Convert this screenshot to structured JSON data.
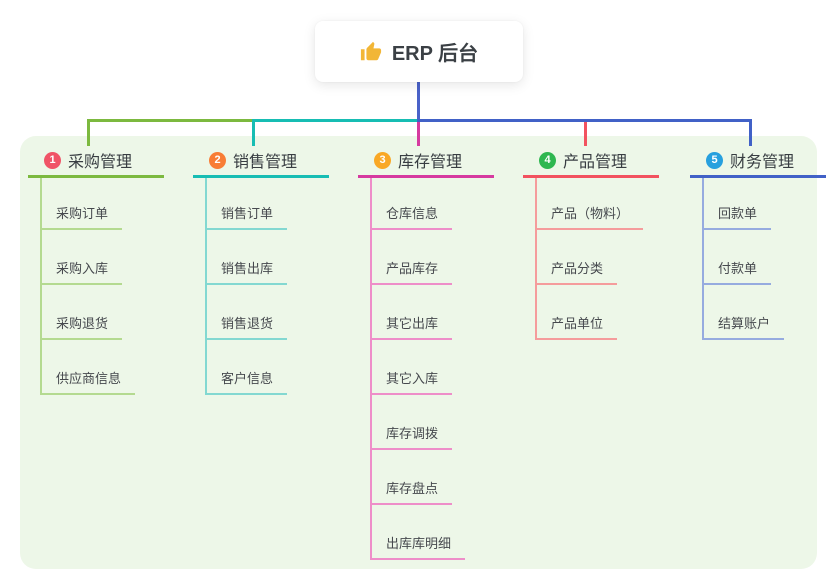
{
  "root": {
    "label": "ERP 后台",
    "icon": "thumbs-up-icon",
    "icon_color": "#f2b636",
    "connector_color": "#4a62c9"
  },
  "panel": {
    "background": "#edf7e8"
  },
  "branches": [
    {
      "index": "1",
      "title": "采购管理",
      "badge_color": "#f05467",
      "line_color": "#7cb93f",
      "light_color": "#b4da90",
      "items": [
        "采购订单",
        "采购入库",
        "采购退货",
        "供应商信息"
      ]
    },
    {
      "index": "2",
      "title": "销售管理",
      "badge_color": "#f87d35",
      "line_color": "#17bdb3",
      "light_color": "#83d8d1",
      "items": [
        "销售订单",
        "销售出库",
        "销售退货",
        "客户信息"
      ]
    },
    {
      "index": "3",
      "title": "库存管理",
      "badge_color": "#f9a825",
      "line_color": "#d63aa0",
      "light_color": "#ee8ec9",
      "items": [
        "仓库信息",
        "产品库存",
        "其它出库",
        "其它入库",
        "库存调拨",
        "库存盘点",
        "出库库明细"
      ]
    },
    {
      "index": "4",
      "title": "产品管理",
      "badge_color": "#2eb750",
      "line_color": "#f2525f",
      "light_color": "#f59c9c",
      "items": [
        "产品（物料）",
        "产品分类",
        "产品单位"
      ]
    },
    {
      "index": "5",
      "title": "财务管理",
      "badge_color": "#27a0de",
      "line_color": "#4161c7",
      "light_color": "#96abdf",
      "items": [
        "回款单",
        "付款单",
        "结算账户"
      ]
    }
  ],
  "text_colors": {
    "root": "#3b4045",
    "header": "#383d42",
    "item": "#46494e"
  }
}
